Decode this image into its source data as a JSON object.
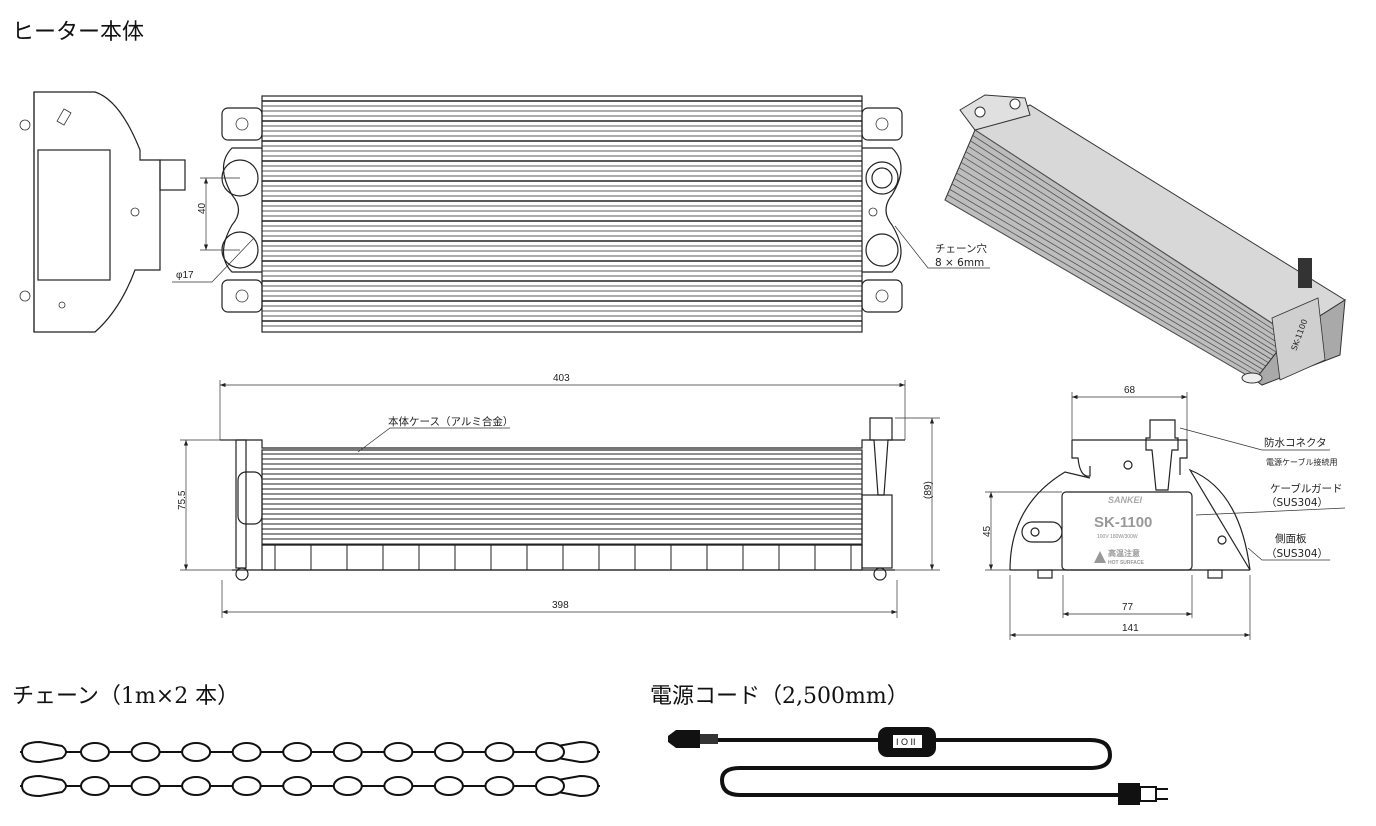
{
  "sections": {
    "heater_body": "ヒーター本体",
    "chain": "チェーン（1m×2 本）",
    "power_cord": "電源コード（2,500mm）"
  },
  "top_view": {
    "dim_hole_pitch": "40",
    "dim_hole_dia": "φ17",
    "chain_hole_label": "チェーン穴",
    "chain_hole_size": "8 × 6mm"
  },
  "front_view": {
    "dim_overall_length": "403",
    "dim_base_length": "398",
    "dim_height": "75.5",
    "dim_height_ref": "(89)",
    "case_label": "本体ケース（アルミ合金）"
  },
  "end_view": {
    "dim_top_width": "68",
    "dim_height": "45",
    "dim_guard_width": "77",
    "dim_overall_width": "141",
    "connector_label": "防水コネクタ",
    "connector_sub": "電源ケーブル接続用",
    "guard_label": "ケーブルガード",
    "guard_material": "（SUS304）",
    "side_plate_label": "側面板",
    "side_plate_material": "（SUS304）",
    "brand": "SANKEI",
    "model": "SK-1100",
    "rating": "100V   180W/300W",
    "warning_jp": "高温注意",
    "warning_en": "HOT SURFACE"
  },
  "iso_view": {
    "model": "SK-1100"
  },
  "cord": {
    "switch_label": "I O II"
  },
  "chain_links": 10
}
